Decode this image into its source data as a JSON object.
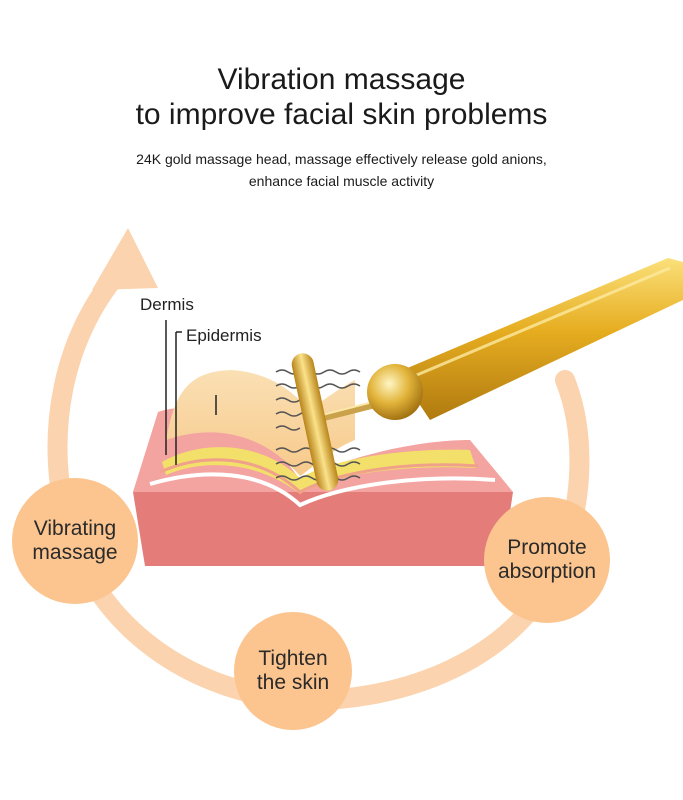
{
  "title_line1": "Vibration massage",
  "title_line2": "to improve facial skin problems",
  "subtitle_line1": "24K gold massage head, massage effectively release gold anions,",
  "subtitle_line2": "enhance facial muscle activity",
  "labels": {
    "dermis": "Dermis",
    "epidermis": "Epidermis"
  },
  "cycle_steps": [
    {
      "line1": "Vibrating",
      "line2": "massage"
    },
    {
      "line1": "Tighten",
      "line2": "the skin"
    },
    {
      "line1": "Promote",
      "line2": "absorption"
    }
  ],
  "colors": {
    "arrow": "#fbd3ae",
    "step_circle": "#fcc58f",
    "skin_block": "#e47d7a",
    "skin_top": "#f3a3a0",
    "dermis": "#f6cf88",
    "epidermis": "#f2e06a",
    "gold": "#d7a21c"
  }
}
